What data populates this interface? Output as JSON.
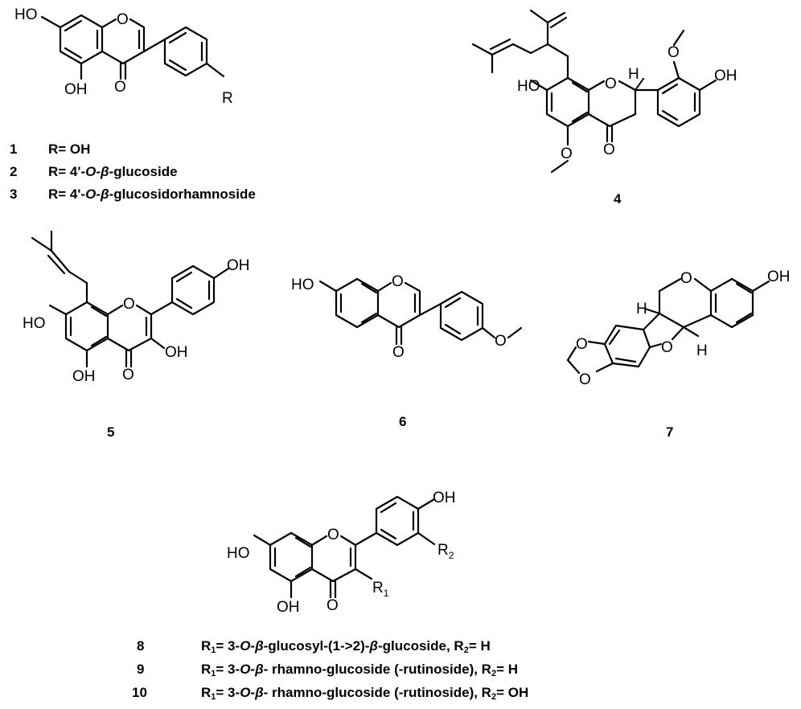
{
  "compounds": [
    {
      "id": "1",
      "r": "R= OH"
    },
    {
      "id": "2",
      "r_prefix": "R= 4'-",
      "r_italic": "O-β",
      "r_suffix": "-glucoside"
    },
    {
      "id": "3",
      "r_prefix": "R= 4'-",
      "r_italic": "O-β",
      "r_suffix": "-glucosidorhamnoside"
    },
    {
      "id": "4"
    },
    {
      "id": "5"
    },
    {
      "id": "6"
    },
    {
      "id": "7"
    },
    {
      "id": "8",
      "r1_prefix": "= 3-",
      "r1_italic": "O-β",
      "r1_mid": "-glucosyl-(1->2)-",
      "r1_italic2": "β",
      "r1_suffix": "-glucoside, R",
      "r2_sub": "2",
      "r2_tail": "= H"
    },
    {
      "id": "9",
      "r1_prefix": "= 3-",
      "r1_italic": "O-β",
      "r1_suffix": "- rhamno-glucoside (-rutinoside), R",
      "r2_sub": "2",
      "r2_tail": "= H"
    },
    {
      "id": "10",
      "r1_prefix": "= 3-",
      "r1_italic": "O-β",
      "r1_suffix": "- rhamno-glucoside (-rutinoside), R",
      "r2_sub": "2",
      "r2_tail": "= OH"
    }
  ],
  "atoms": {
    "oh": "OH",
    "ho": "HO",
    "o": "O",
    "h": "H",
    "r": "R",
    "r_main": "R",
    "r1_sub": "1",
    "r2_sub": "2"
  }
}
